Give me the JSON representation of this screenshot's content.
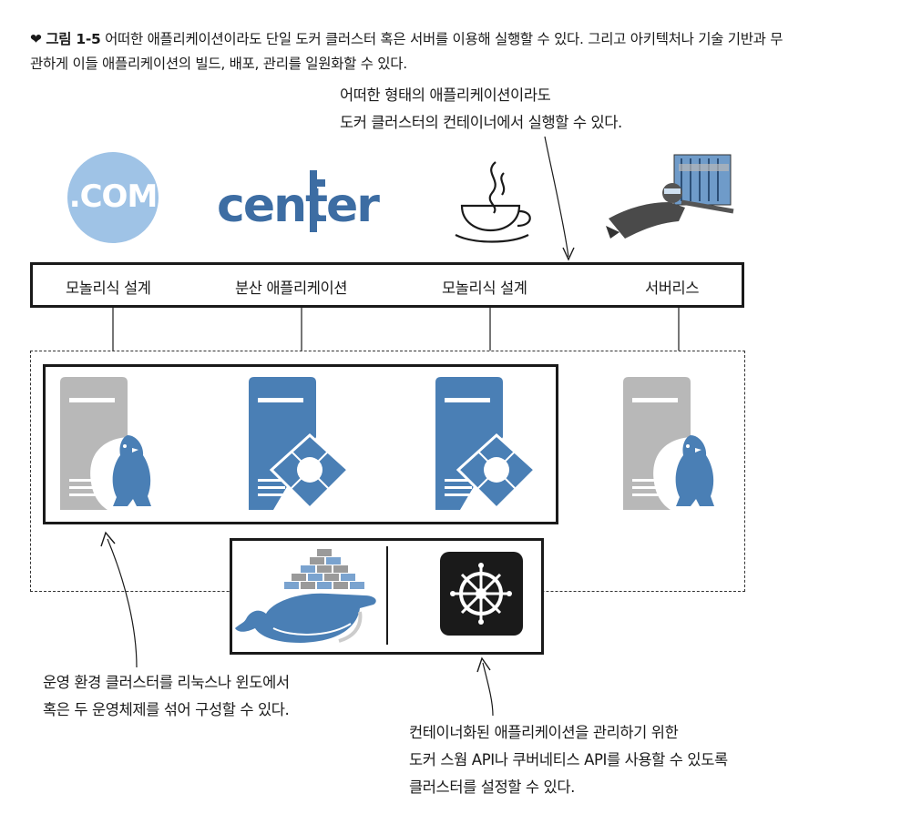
{
  "caption": {
    "marker": "❤",
    "figure_label": "그림 1-5",
    "line1": "어떠한 애플리케이션이라도 단일 도커 클러스터 혹은 서버를 이용해 실행할 수 있다. 그리고 아키텍처나 기술 기반과 무",
    "line2": "관하게 이들 애플리케이션의 빌드, 배포, 관리를 일원화할 수 있다."
  },
  "top_note": {
    "line1": "어떠한 형태의 애플리케이션이라도",
    "line2": "도커 클러스터의 컨테이너에서 실행할 수 있다."
  },
  "logos": {
    "com_text": ".COM",
    "center_text": "center"
  },
  "labels": [
    "모놀리식 설계",
    "분산 애플리케이션",
    "모놀리식 설계",
    "서버리스"
  ],
  "bottom_left_note": {
    "line1": "운영 환경 클러스터를 리눅스나 윈도에서",
    "line2": "혹은 두 운영체제를 섞어 구성할 수 있다."
  },
  "bottom_right_note": {
    "line1": "컨테이너화된 애플리케이션을 관리하기 위한",
    "line2": "도커 스웜 API나 쿠버네티스 API를 사용할 수 있도록",
    "line3": "클러스터를 설정할 수 있다."
  },
  "colors": {
    "blue": "#4a7fb5",
    "light_blue": "#9fc3e6",
    "gray": "#b8b8b8",
    "dark": "#1a1a1a"
  },
  "icons": [
    "com-logo-icon",
    "center-logo-icon",
    "java-coffee-icon",
    "diver-container-icon",
    "linux-server-icon",
    "windows-server-icon",
    "docker-whale-icon",
    "kubernetes-helm-icon"
  ]
}
